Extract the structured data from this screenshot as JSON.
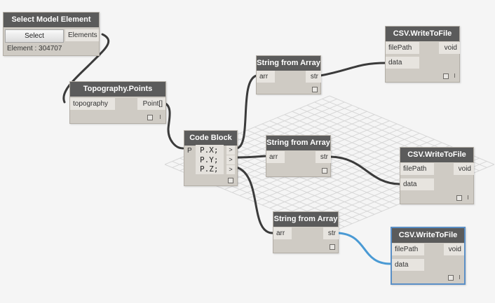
{
  "nodes": {
    "select_model": {
      "title": "Select Model Element",
      "button_label": "Select",
      "output": "Elements",
      "info": "Element : 304707"
    },
    "topo_points": {
      "title": "Topography.Points",
      "input": "topography",
      "output": "Point[]"
    },
    "code_block": {
      "title": "Code Block",
      "mode": "P",
      "lines": [
        "P.X;",
        "P.Y;",
        "P.Z;"
      ],
      "output_marks": [
        ">",
        ">",
        ">"
      ]
    },
    "sfa1": {
      "title": "String from Array",
      "input": "arr",
      "output": "str"
    },
    "sfa2": {
      "title": "String from Array",
      "input": "arr",
      "output": "str"
    },
    "sfa3": {
      "title": "String from Array",
      "input": "arr",
      "output": "str"
    },
    "csv1": {
      "title": "CSV.WriteToFile",
      "input1": "filePath",
      "input2": "data",
      "output": "void"
    },
    "csv2": {
      "title": "CSV.WriteToFile",
      "input1": "filePath",
      "input2": "data",
      "output": "void"
    },
    "csv3": {
      "title": "CSV.WriteToFile",
      "input1": "filePath",
      "input2": "data",
      "output": "void"
    }
  },
  "colors": {
    "wire": "#3b3b3b",
    "wire_selected": "#4a9ad4",
    "node_header": "#5b5b5b",
    "node_body": "#cfcbc4",
    "selection_border": "#5a8fc6"
  }
}
